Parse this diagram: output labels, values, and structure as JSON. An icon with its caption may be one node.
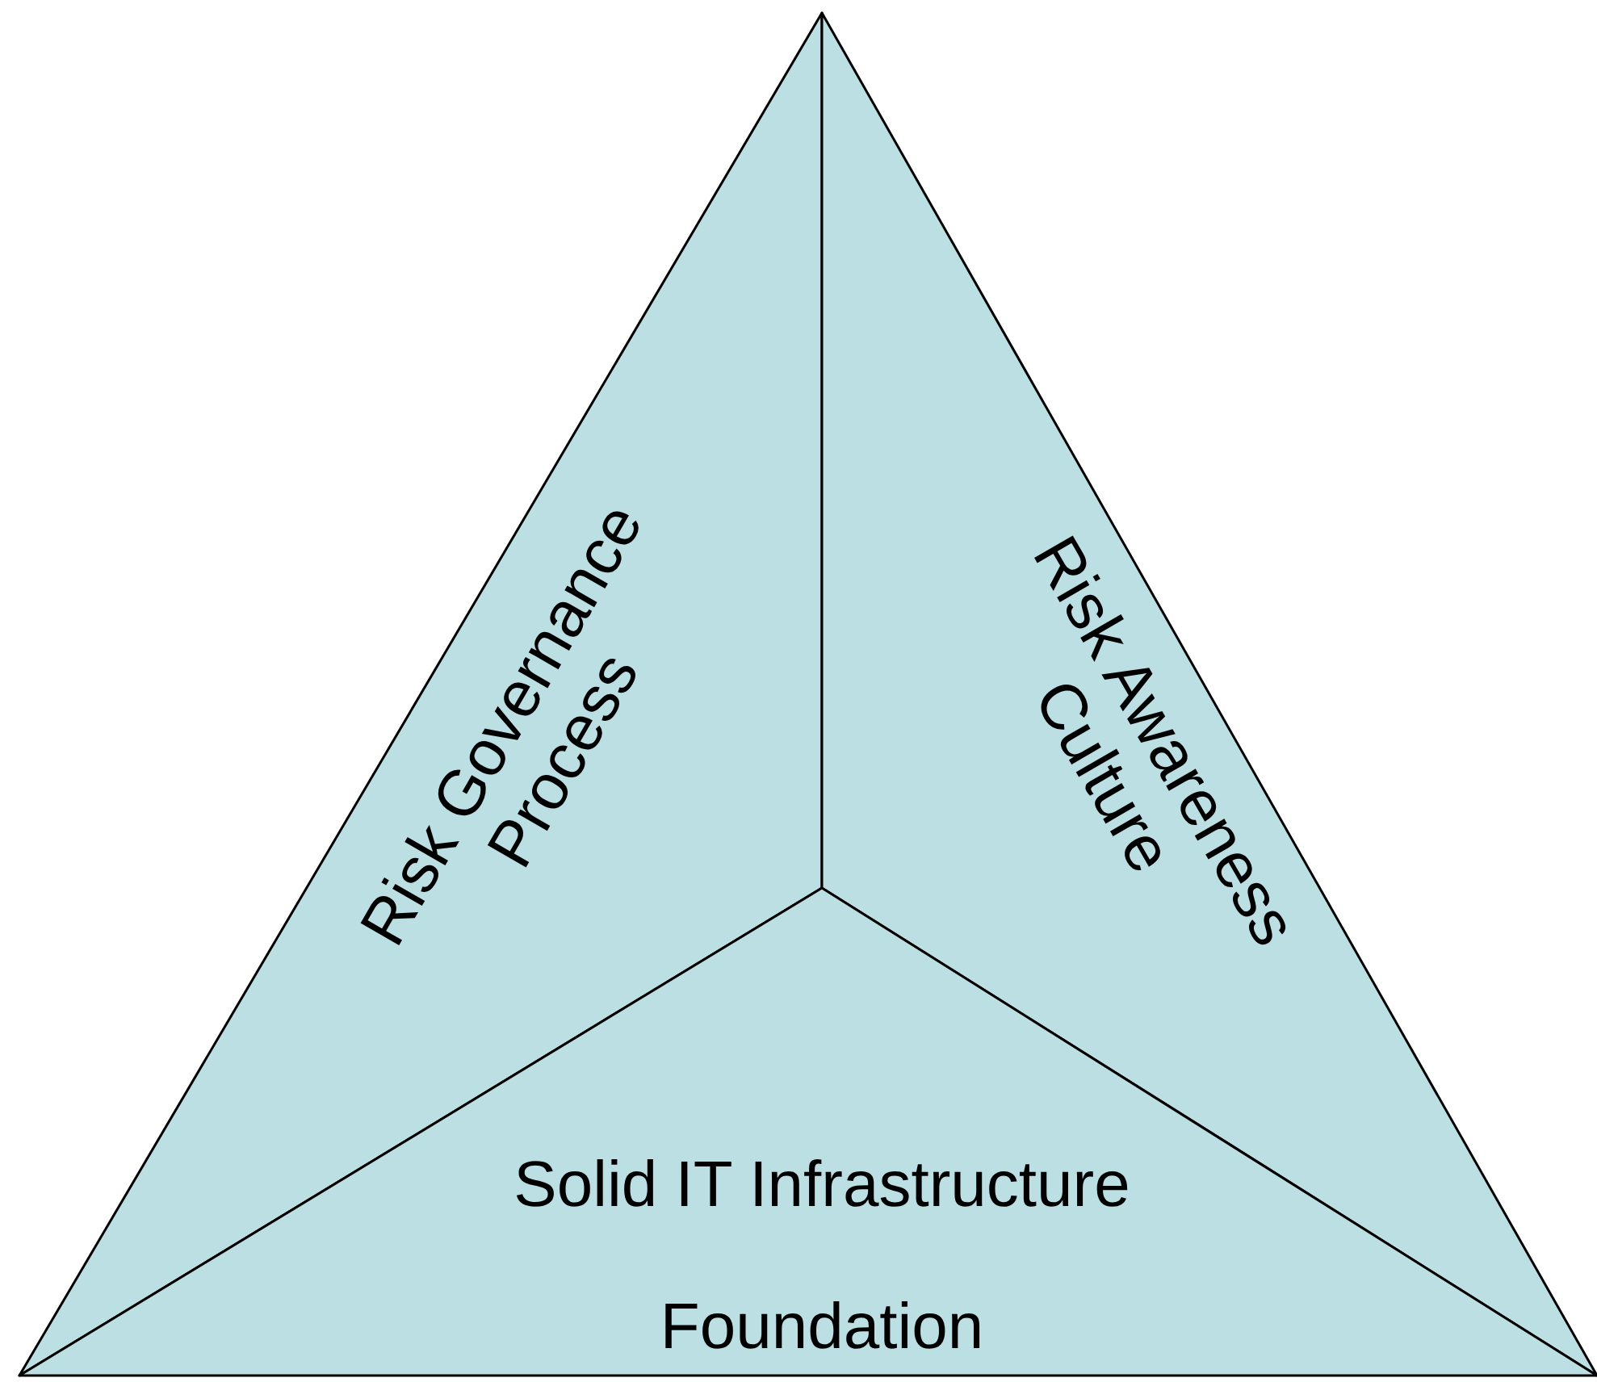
{
  "diagram": {
    "nodes": [
      {
        "text": [
          "Risk Governance Process"
        ]
      },
      {
        "text": [
          "Risk Awareness Culture"
        ]
      },
      {
        "text": [
          "Solid IT Infrastructure Foundation"
        ]
      }
    ]
  }
}
